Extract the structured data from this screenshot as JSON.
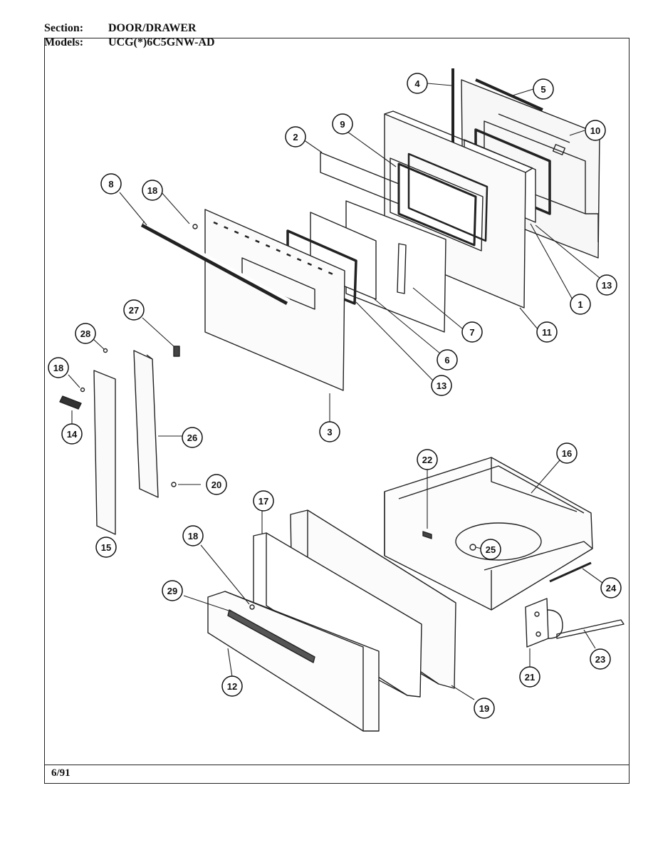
{
  "header": {
    "section_label": "Section:",
    "section_value": "DOOR/DRAWER",
    "models_label": "Models:",
    "models_value": "UCG(*)6C5GNW-AD"
  },
  "footer": {
    "date": "6/91"
  },
  "callouts": [
    {
      "id": "c1",
      "label": "1"
    },
    {
      "id": "c2",
      "label": "2"
    },
    {
      "id": "c3",
      "label": "3"
    },
    {
      "id": "c4",
      "label": "4"
    },
    {
      "id": "c5",
      "label": "5"
    },
    {
      "id": "c6",
      "label": "6"
    },
    {
      "id": "c7",
      "label": "7"
    },
    {
      "id": "c8",
      "label": "8"
    },
    {
      "id": "c9",
      "label": "9"
    },
    {
      "id": "c10",
      "label": "10"
    },
    {
      "id": "c11",
      "label": "11"
    },
    {
      "id": "c12",
      "label": "12"
    },
    {
      "id": "c13a",
      "label": "13"
    },
    {
      "id": "c13b",
      "label": "13"
    },
    {
      "id": "c14",
      "label": "14"
    },
    {
      "id": "c15",
      "label": "15"
    },
    {
      "id": "c16",
      "label": "16"
    },
    {
      "id": "c17",
      "label": "17"
    },
    {
      "id": "c18a",
      "label": "18"
    },
    {
      "id": "c18b",
      "label": "18"
    },
    {
      "id": "c18c",
      "label": "18"
    },
    {
      "id": "c19",
      "label": "19"
    },
    {
      "id": "c20",
      "label": "20"
    },
    {
      "id": "c21",
      "label": "21"
    },
    {
      "id": "c22",
      "label": "22"
    },
    {
      "id": "c23",
      "label": "23"
    },
    {
      "id": "c24",
      "label": "24"
    },
    {
      "id": "c25",
      "label": "25"
    },
    {
      "id": "c26",
      "label": "26"
    },
    {
      "id": "c27",
      "label": "27"
    },
    {
      "id": "c28",
      "label": "28"
    },
    {
      "id": "c29",
      "label": "29"
    }
  ]
}
